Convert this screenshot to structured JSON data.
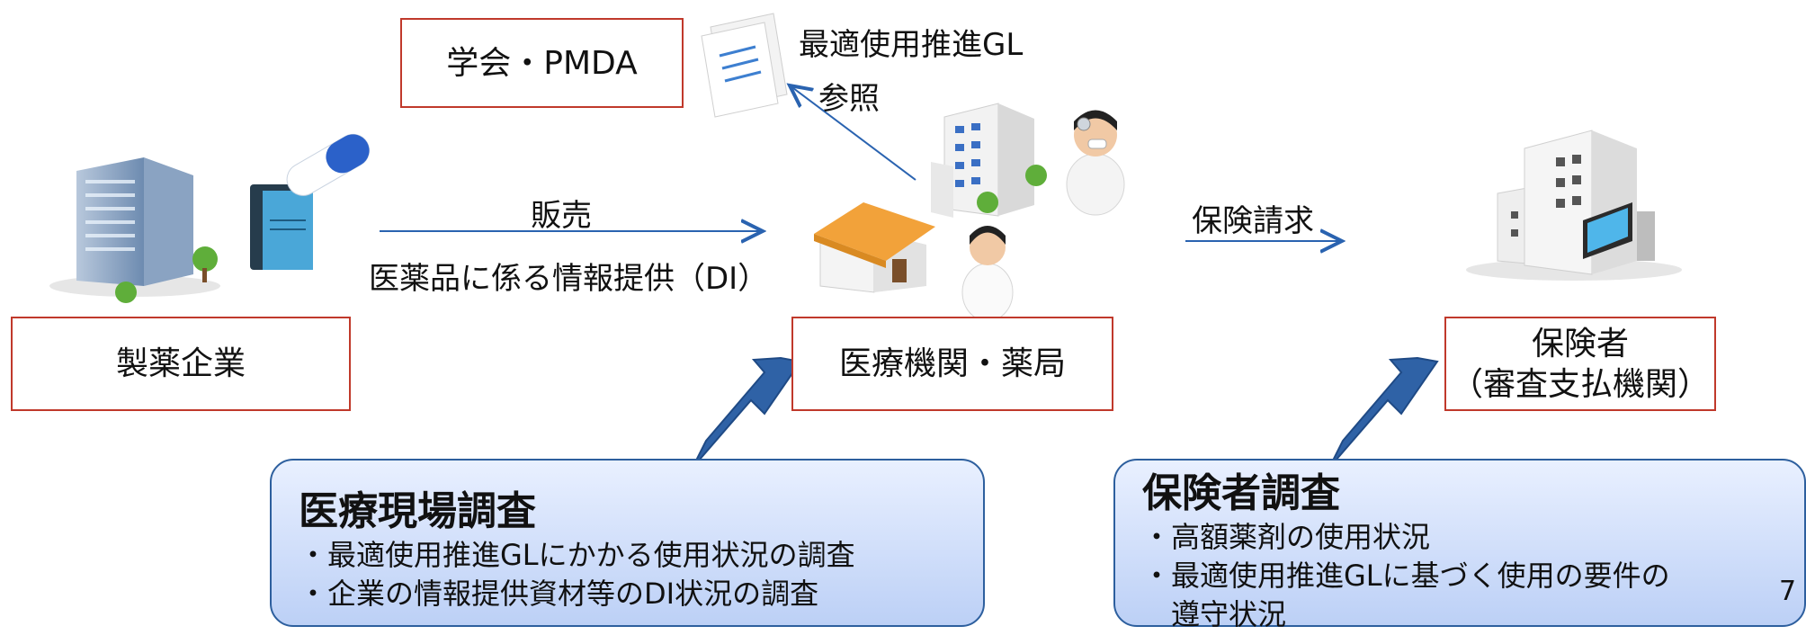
{
  "boxes": {
    "society_pmda": "学会・PMDA",
    "manufacturer": "製薬企業",
    "medical": "医療機関・薬局",
    "insurer_line1": "保険者",
    "insurer_line2": "（審査支払機関）"
  },
  "labels": {
    "guideline": "最適使用推進GL",
    "reference": "参照",
    "sales": "販売",
    "info_provision": "医薬品に係る情報提供（DI）",
    "insurance_claim": "保険請求"
  },
  "panels": {
    "site_survey": {
      "title": "医療現場調査",
      "items": [
        "・最適使用推進GLにかかる使用状況の調査",
        "・企業の情報提供資材等のDI状況の調査"
      ]
    },
    "insurer_survey": {
      "title": "保険者調査",
      "items": [
        "・高額薬剤の使用状況",
        "・最適使用推進GLに基づく使用の要件の",
        "　遵守状況"
      ]
    }
  },
  "page_number": "7",
  "icons": [
    "office-building-icon",
    "medicine-capsule-icon",
    "document-paper-icon",
    "hospital-building-icon",
    "doctor-icon",
    "pharmacy-house-icon",
    "nurse-icon",
    "insurer-office-icon"
  ],
  "colors": {
    "box_border": "#c0392b",
    "arrow": "#2a63b0",
    "panel_border": "#2d5f9e",
    "big_arrow": "#2f62a6"
  }
}
